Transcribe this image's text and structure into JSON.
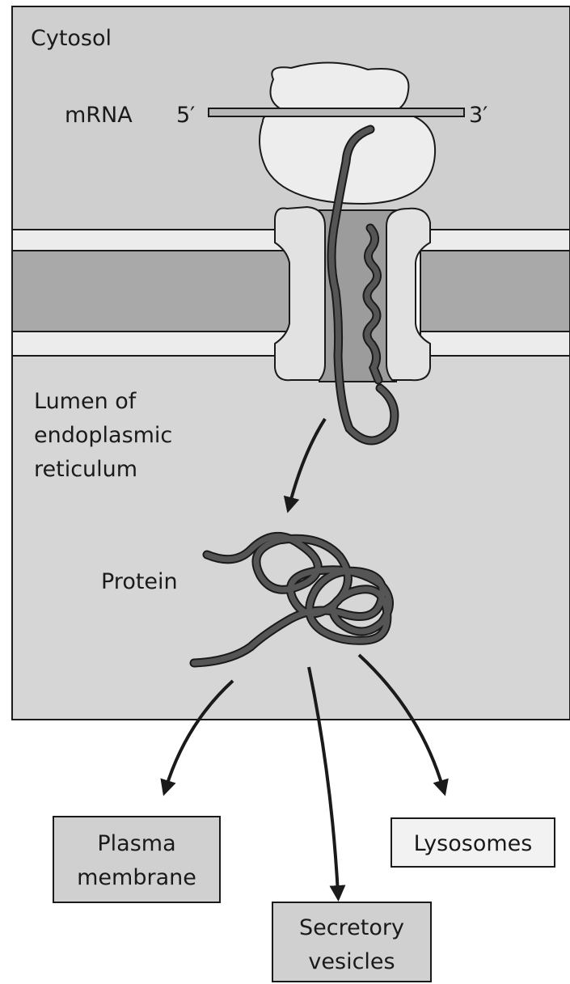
{
  "labels": {
    "cytosol": "Cytosol",
    "mrna": "mRNA",
    "five_prime": "5′",
    "three_prime": "3′",
    "lumen_line1": "Lumen of",
    "lumen_line2": "endoplasmic",
    "lumen_line3": "reticulum",
    "protein": "Protein"
  },
  "destinations": {
    "plasma_line1": "Plasma",
    "plasma_line2": "membrane",
    "secretory_line1": "Secretory",
    "secretory_line2": "vesicles",
    "lysosomes": "Lysosomes"
  },
  "colors": {
    "cytosol_bg": "#cfcfcf",
    "lumen_bg": "#d6d6d6",
    "membrane_outer": "#ececec",
    "membrane_core": "#a9a9a9",
    "channel": "#dcdcdc",
    "pore": "#9c9c9c",
    "ribosome": "#ededed",
    "polypeptide": "#444444",
    "box_fill": "#d0d0d0",
    "box_fill_light": "#f2f2f2",
    "outline": "#1a1a1a"
  }
}
